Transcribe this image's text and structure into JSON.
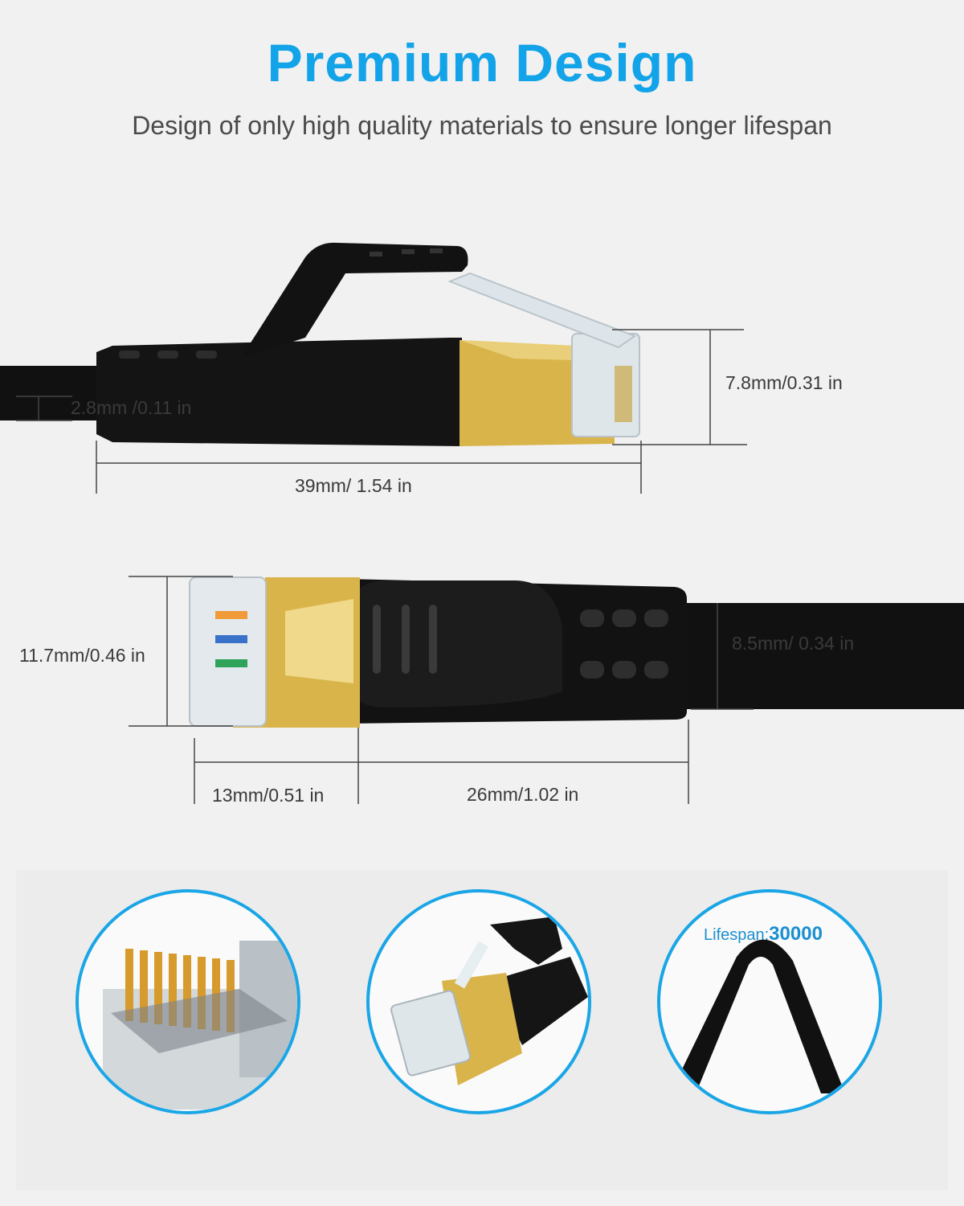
{
  "header": {
    "title": "Premium Design",
    "subtitle": "Design of only high quality materials to ensure longer lifespan"
  },
  "top_plug": {
    "cable_thickness": "2.8mm /0.11 in",
    "plug_height": "7.8mm/0.31 in",
    "plug_length": "39mm/ 1.54 in"
  },
  "bottom_plug": {
    "plug_width": "11.7mm/0.46 in",
    "cable_width": "8.5mm/ 0.34 in",
    "head_length": "13mm/0.51 in",
    "boot_length": "26mm/1.02 in"
  },
  "features": {
    "lifespan_label": "Lifespan:",
    "lifespan_value": "30000"
  },
  "colors": {
    "accent": "#12a3e8",
    "cable": "#111111",
    "gold": "#d9b44a"
  }
}
